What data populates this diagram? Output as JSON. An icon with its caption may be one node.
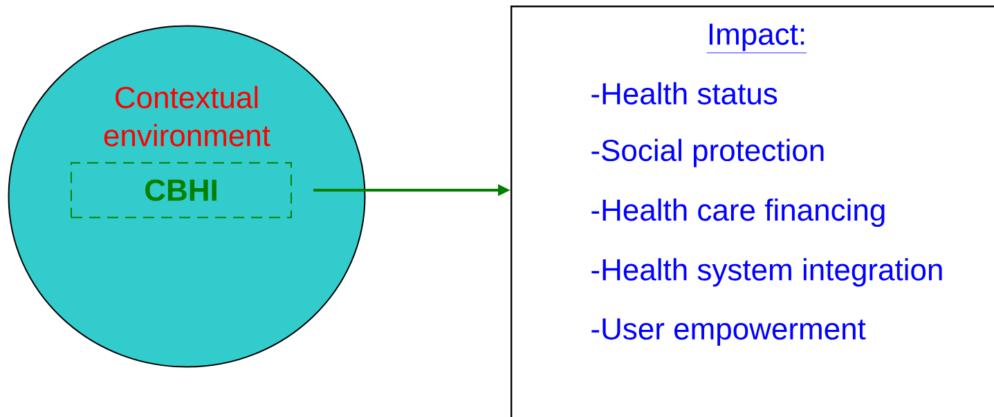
{
  "diagram": {
    "nodes": [
      {
        "text": [
          "Contextual environment"
        ]
      },
      {
        "text": [
          "CBHI"
        ],
        "in": 0
      },
      {
        "text": [
          "Impact:",
          "-Health status",
          "-Social protection",
          "-Health care financing",
          "-Health system integration",
          "-User empowerment"
        ]
      }
    ],
    "edges": [
      {
        "from": 1,
        "to": 2,
        "arrow": "to",
        "color": "#008000"
      }
    ]
  }
}
